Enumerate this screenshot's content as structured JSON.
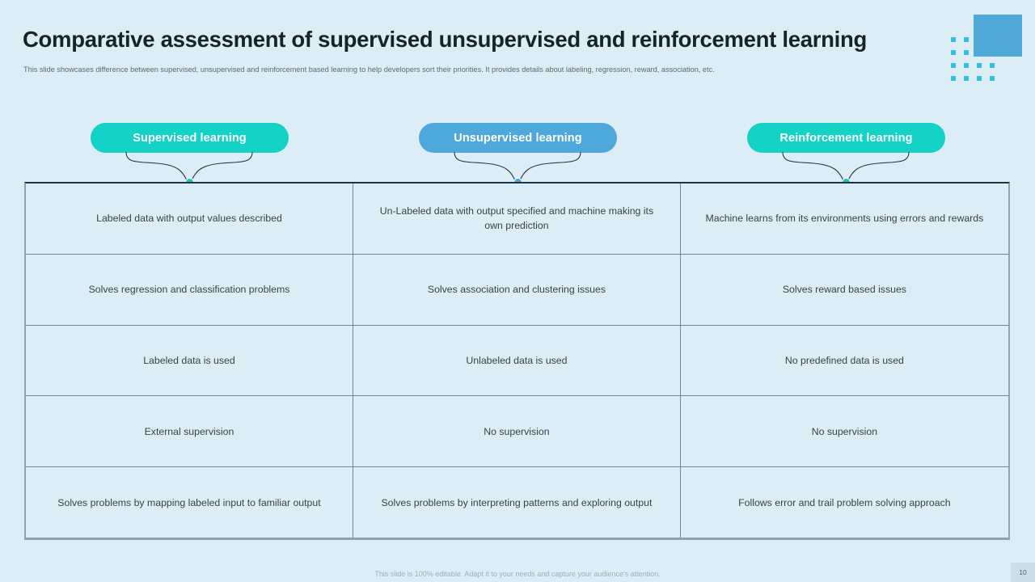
{
  "slide": {
    "title": "Comparative assessment of supervised unsupervised and reinforcement learning",
    "subtitle": "This slide showcases difference between supervised, unsupervised and reinforcement based learning to help developers sort their priorities. It provides details about labeling,  regression, reward, association, etc.",
    "footer_note": "This slide is 100% editable. Adapt it to your needs and capture your audience's attention.",
    "page_number": "10"
  },
  "theme": {
    "background": "#dcedf5",
    "teal": "#15d2c6",
    "blue": "#4fa8dc",
    "dot_blue": "#2fc4de",
    "square_blue": "#4fa8d5",
    "title_color": "#18222b",
    "body_text": "#37434b",
    "grid_line": "#6f8792"
  },
  "columns": [
    {
      "id": "supervised",
      "label": "Supervised learning",
      "color": "#15d2c6"
    },
    {
      "id": "unsupervised",
      "label": "Unsupervised learning",
      "color": "#4fa8dc"
    },
    {
      "id": "reinforcement",
      "label": "Reinforcement learning",
      "color": "#15d2c6"
    }
  ],
  "rows": [
    {
      "supervised": "Labeled data with output values described",
      "unsupervised": "Un-Labeled data with output specified and machine making its own prediction",
      "reinforcement": "Machine learns from its environments using errors and rewards"
    },
    {
      "supervised": "Solves regression and classification problems",
      "unsupervised": "Solves association and clustering issues",
      "reinforcement": "Solves reward based issues"
    },
    {
      "supervised": "Labeled data is used",
      "unsupervised": "Unlabeled data is used",
      "reinforcement": "No predefined data is used"
    },
    {
      "supervised": "External supervision",
      "unsupervised": "No supervision",
      "reinforcement": "No supervision"
    },
    {
      "supervised": "Solves problems by mapping labeled input to familiar output",
      "unsupervised": "Solves problems by interpreting patterns and exploring output",
      "reinforcement": "Follows error and trail problem solving approach"
    }
  ],
  "decoration": {
    "dot_grid_cols": 4,
    "dot_grid_rows": 4
  }
}
